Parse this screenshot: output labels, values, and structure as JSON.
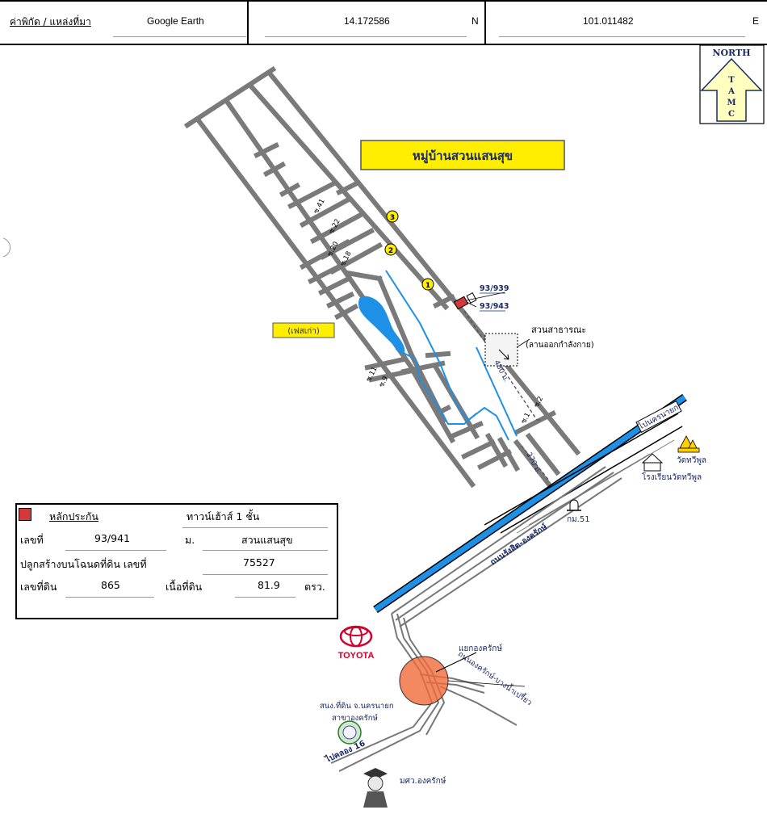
{
  "header": {
    "source_label": "ค่าพิกัด / แหล่งที่มา",
    "source_value": "Google Earth",
    "latitude": "14.172586",
    "lat_dir": "N",
    "longitude": "101.011482",
    "lon_dir": "E"
  },
  "map": {
    "village_title": "หมู่บ้านสวนแสนสุข",
    "phase_label": "(เฟสเก่า)",
    "markers": [
      "1",
      "2",
      "3"
    ],
    "lane_labels": [
      "ซ.41",
      "ซ.22",
      "ซ.20",
      "ซ.18",
      "ซ.11",
      "ซ.9",
      "ซ.2",
      "ซ.1"
    ],
    "plot_labels": [
      "93/939",
      "93/943"
    ],
    "park_label": "สวนสาธารณะ",
    "park_sublabel": "(ลานออกกำลังกาย)",
    "distance_1": "480 ม.",
    "distance_2": "270 ม.",
    "to_nakhon_nayok": "ไปนครนายก",
    "road_main": "ถนนรังสิต-องครักษ์",
    "km_label": "กม.51",
    "temple_label": "วัดทวีพูล",
    "school_label": "โรงเรียนวัดทวีพูล",
    "brand": "TOYOTA",
    "junction_label": "แยกองครักษ์",
    "road_branch": "ถนนองครักษ์-บางน้ำเปรี้ยว",
    "land_office_1": "สนง.ที่ดิน จ.นครนายก",
    "land_office_2": "สาขาองครักษ์",
    "to_khlong16": "ไปคลอง 16",
    "university": "มศว.องครักษ์",
    "north": "NORTH",
    "tamc": [
      "T",
      "A",
      "M",
      "C"
    ]
  },
  "info": {
    "collateral_label": "หลักประกัน",
    "collateral_value": "ทาวน์เฮ้าส์ 1 ชั้น",
    "no_label": "เลขที่",
    "no_value": "93/941",
    "moo_label": "ม.",
    "moo_value": "สวนแสนสุข",
    "deed_label": "ปลูกสร้างบนโฉนดที่ดิน เลขที่",
    "deed_value": "75527",
    "land_no_label": "เลขที่ดิน",
    "land_no_value": "865",
    "area_label": "เนื้อที่ดิน",
    "area_value": "81.9",
    "area_unit": "ตรว."
  },
  "colors": {
    "water": "#1e90e6",
    "road": "#808080",
    "label_yellow": "#ffee00",
    "junction": "#f06a3a",
    "plot_red": "#d23a3a",
    "text_navy": "#1a2a66"
  }
}
